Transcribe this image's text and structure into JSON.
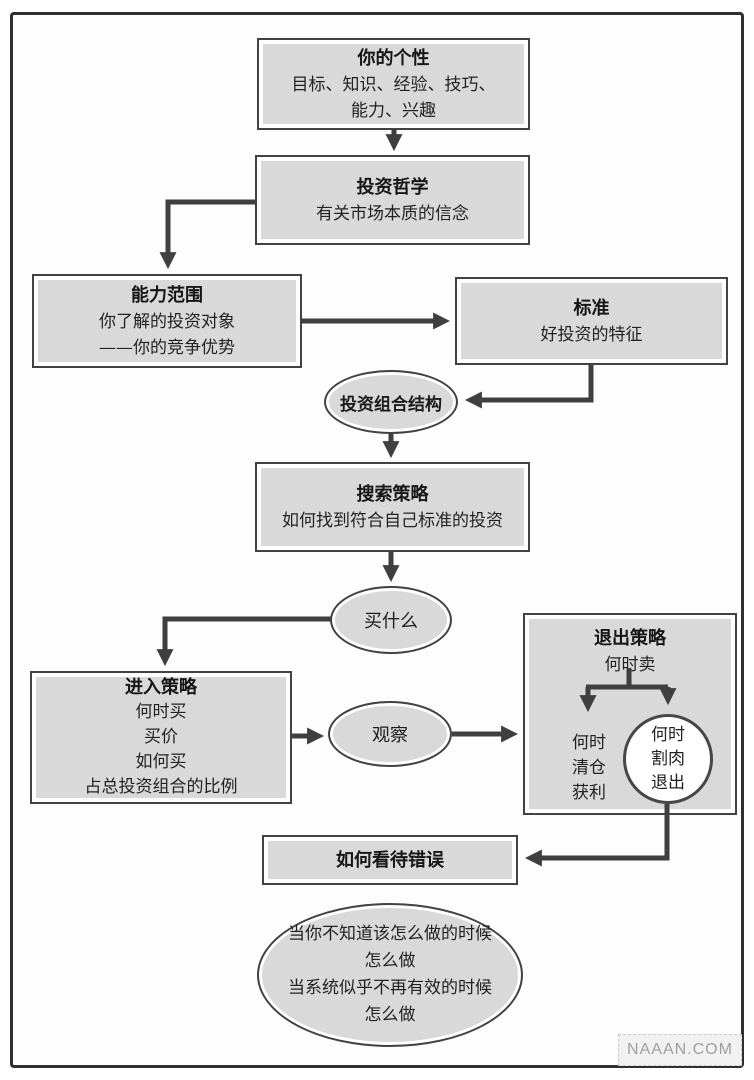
{
  "colors": {
    "box_fill": "#d9d9d9",
    "outline": "#424242",
    "arrow": "#3f3f3f",
    "paper": "#fdfdfd"
  },
  "watermark": "NAAAN.COM",
  "nodes": {
    "personality": {
      "title": "你的个性",
      "lines": [
        "目标、知识、经验、技巧、",
        "能力、兴趣"
      ]
    },
    "philosophy": {
      "title": "投资哲学",
      "lines": [
        "有关市场本质的信念"
      ]
    },
    "competence": {
      "title": "能力范围",
      "lines": [
        "你了解的投资对象",
        "——你的竞争优势"
      ]
    },
    "criteria": {
      "title": "标准",
      "lines": [
        "好投资的特征"
      ]
    },
    "portfolio_structure": {
      "label": "投资组合结构"
    },
    "search_strategy": {
      "title": "搜索策略",
      "lines": [
        "如何找到符合自己标准的投资"
      ]
    },
    "what_to_buy": {
      "label": "买什么"
    },
    "entry_strategy": {
      "title": "进入策略",
      "lines": [
        "何时买",
        "买价",
        "如何买",
        "占总投资组合的比例"
      ]
    },
    "observation": {
      "label": "观察"
    },
    "exit_strategy": {
      "title": "退出策略",
      "subtitle": "何时卖",
      "profit_exit": [
        "何时",
        "清仓",
        "获利"
      ],
      "loss_exit": [
        "何时",
        "割肉",
        "退出"
      ]
    },
    "mistakes": {
      "title": "如何看待错误"
    },
    "fallback": {
      "lines": [
        "当你不知道该怎么做的时候",
        "怎么做",
        "当系统似乎不再有效的时候",
        "怎么做"
      ]
    }
  }
}
